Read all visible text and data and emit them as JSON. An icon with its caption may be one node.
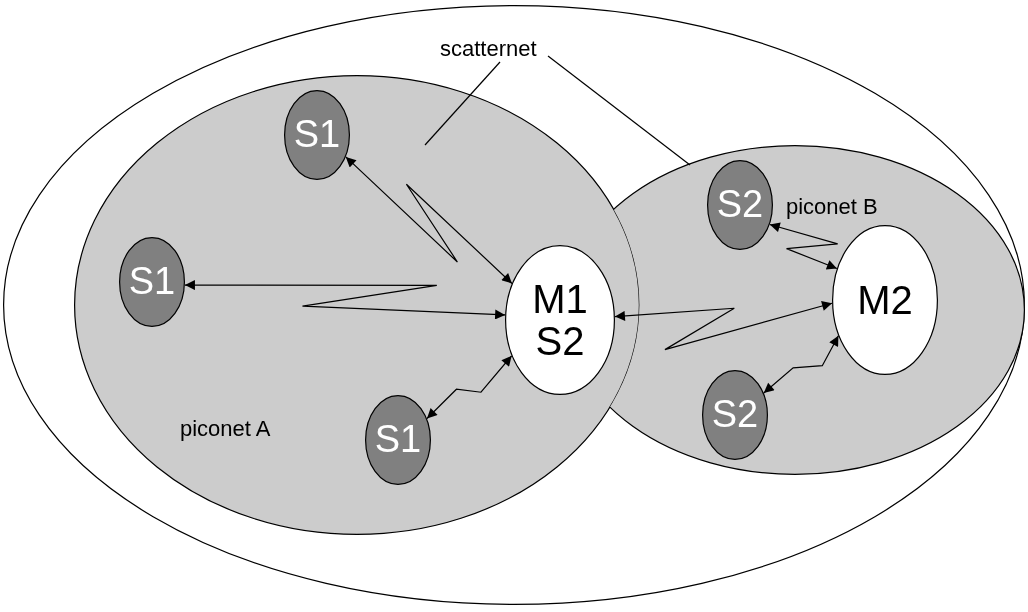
{
  "diagram": {
    "nodes": [
      {
        "text": [],
        "shape": "ellipse"
      },
      {
        "text": [
          "scatternet"
        ],
        "in": 0
      },
      {
        "text": [
          "piconet A"
        ],
        "in": 0
      },
      {
        "text": [
          "piconet B"
        ],
        "in": 0
      },
      {
        "text": [
          "S1"
        ],
        "in": 2
      },
      {
        "text": [
          "S1"
        ],
        "in": 2
      },
      {
        "text": [
          "M1 S2"
        ],
        "in": 2
      },
      {
        "text": [
          "S1"
        ],
        "in": 2
      },
      {
        "text": [
          "S2"
        ],
        "in": 3
      },
      {
        "text": [
          "M2"
        ],
        "in": 3
      },
      {
        "text": [
          "S2"
        ],
        "in": 3
      }
    ],
    "edges": [
      {
        "from": 4,
        "to": 6,
        "arrow": "both"
      },
      {
        "from": 5,
        "to": 6,
        "arrow": "both"
      },
      {
        "from": 7,
        "to": 6,
        "arrow": "both"
      },
      {
        "from": 6,
        "to": 9,
        "arrow": "both"
      },
      {
        "from": 8,
        "to": 9,
        "arrow": "both"
      },
      {
        "from": 10,
        "to": 9,
        "arrow": "both"
      },
      {
        "from": 1,
        "to": 2,
        "arrow": "none"
      },
      {
        "from": 1,
        "to": 3,
        "arrow": "none"
      }
    ]
  }
}
